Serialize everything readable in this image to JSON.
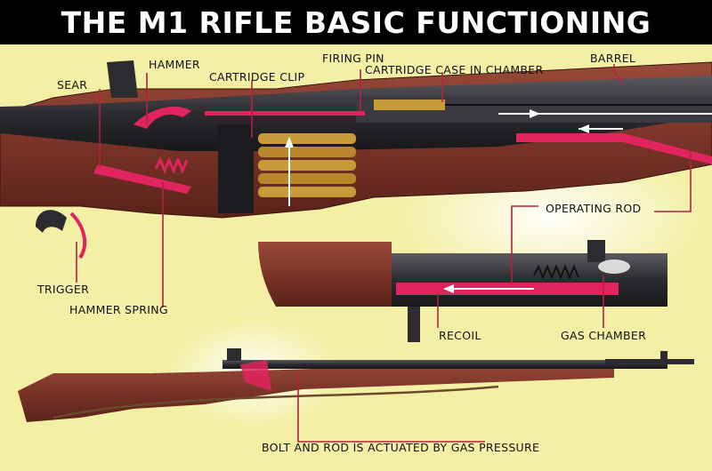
{
  "title": "THE M1 RIFLE BASIC FUNCTIONING",
  "labels": {
    "sear": "SEAR",
    "hammer": "HAMMER",
    "cartridge_clip": "CARTRIDGE CLIP",
    "firing_pin": "FIRING PIN",
    "cartridge_case": "CARTRIDGE CASE IN CHAMBER",
    "barrel": "BARREL",
    "operating_rod": "OPERATING ROD",
    "trigger": "TRIGGER",
    "hammer_spring": "HAMMER SPRING",
    "recoil": "RECOIL",
    "gas_chamber": "GAS CHAMBER",
    "caption": "BOLT AND ROD IS ACTUATED BY GAS PRESSURE"
  },
  "colors": {
    "background": "#f3f0a6",
    "title_bar": "#000000",
    "wood": "#7a3428",
    "steel": "#2c2c30",
    "highlight": "#e0245e"
  }
}
